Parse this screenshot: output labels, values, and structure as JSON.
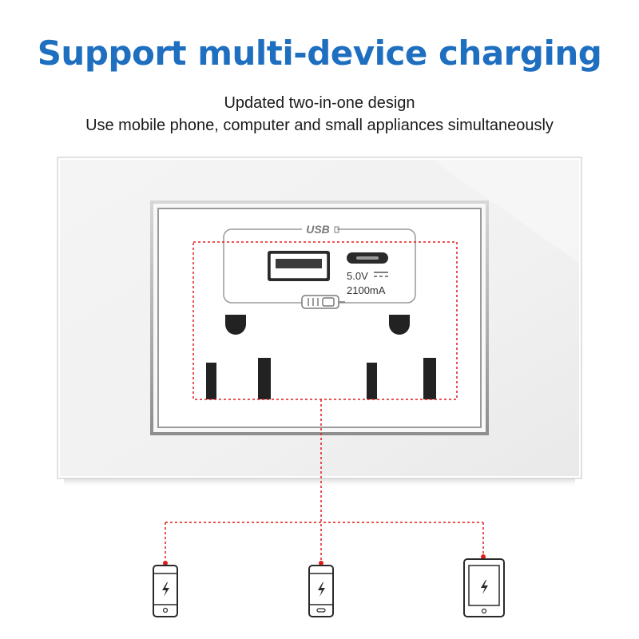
{
  "header": {
    "title": "Support multi-device charging",
    "subtitle_line1": "Updated two-in-one design",
    "subtitle_line2": "Use mobile phone, computer and small appliances simultaneously"
  },
  "socket": {
    "usb_badge": "USB",
    "voltage": "5.0V",
    "current": "2100mA"
  },
  "devices": [
    {
      "name": "phone-1",
      "icon": "charging-phone-icon"
    },
    {
      "name": "phone-2",
      "icon": "charging-phone-icon"
    },
    {
      "name": "tablet",
      "icon": "charging-tablet-icon"
    }
  ],
  "colors": {
    "title": "#1f6fc0",
    "dotted_line": "#e01c1c",
    "panel": "#f2f2f2"
  }
}
